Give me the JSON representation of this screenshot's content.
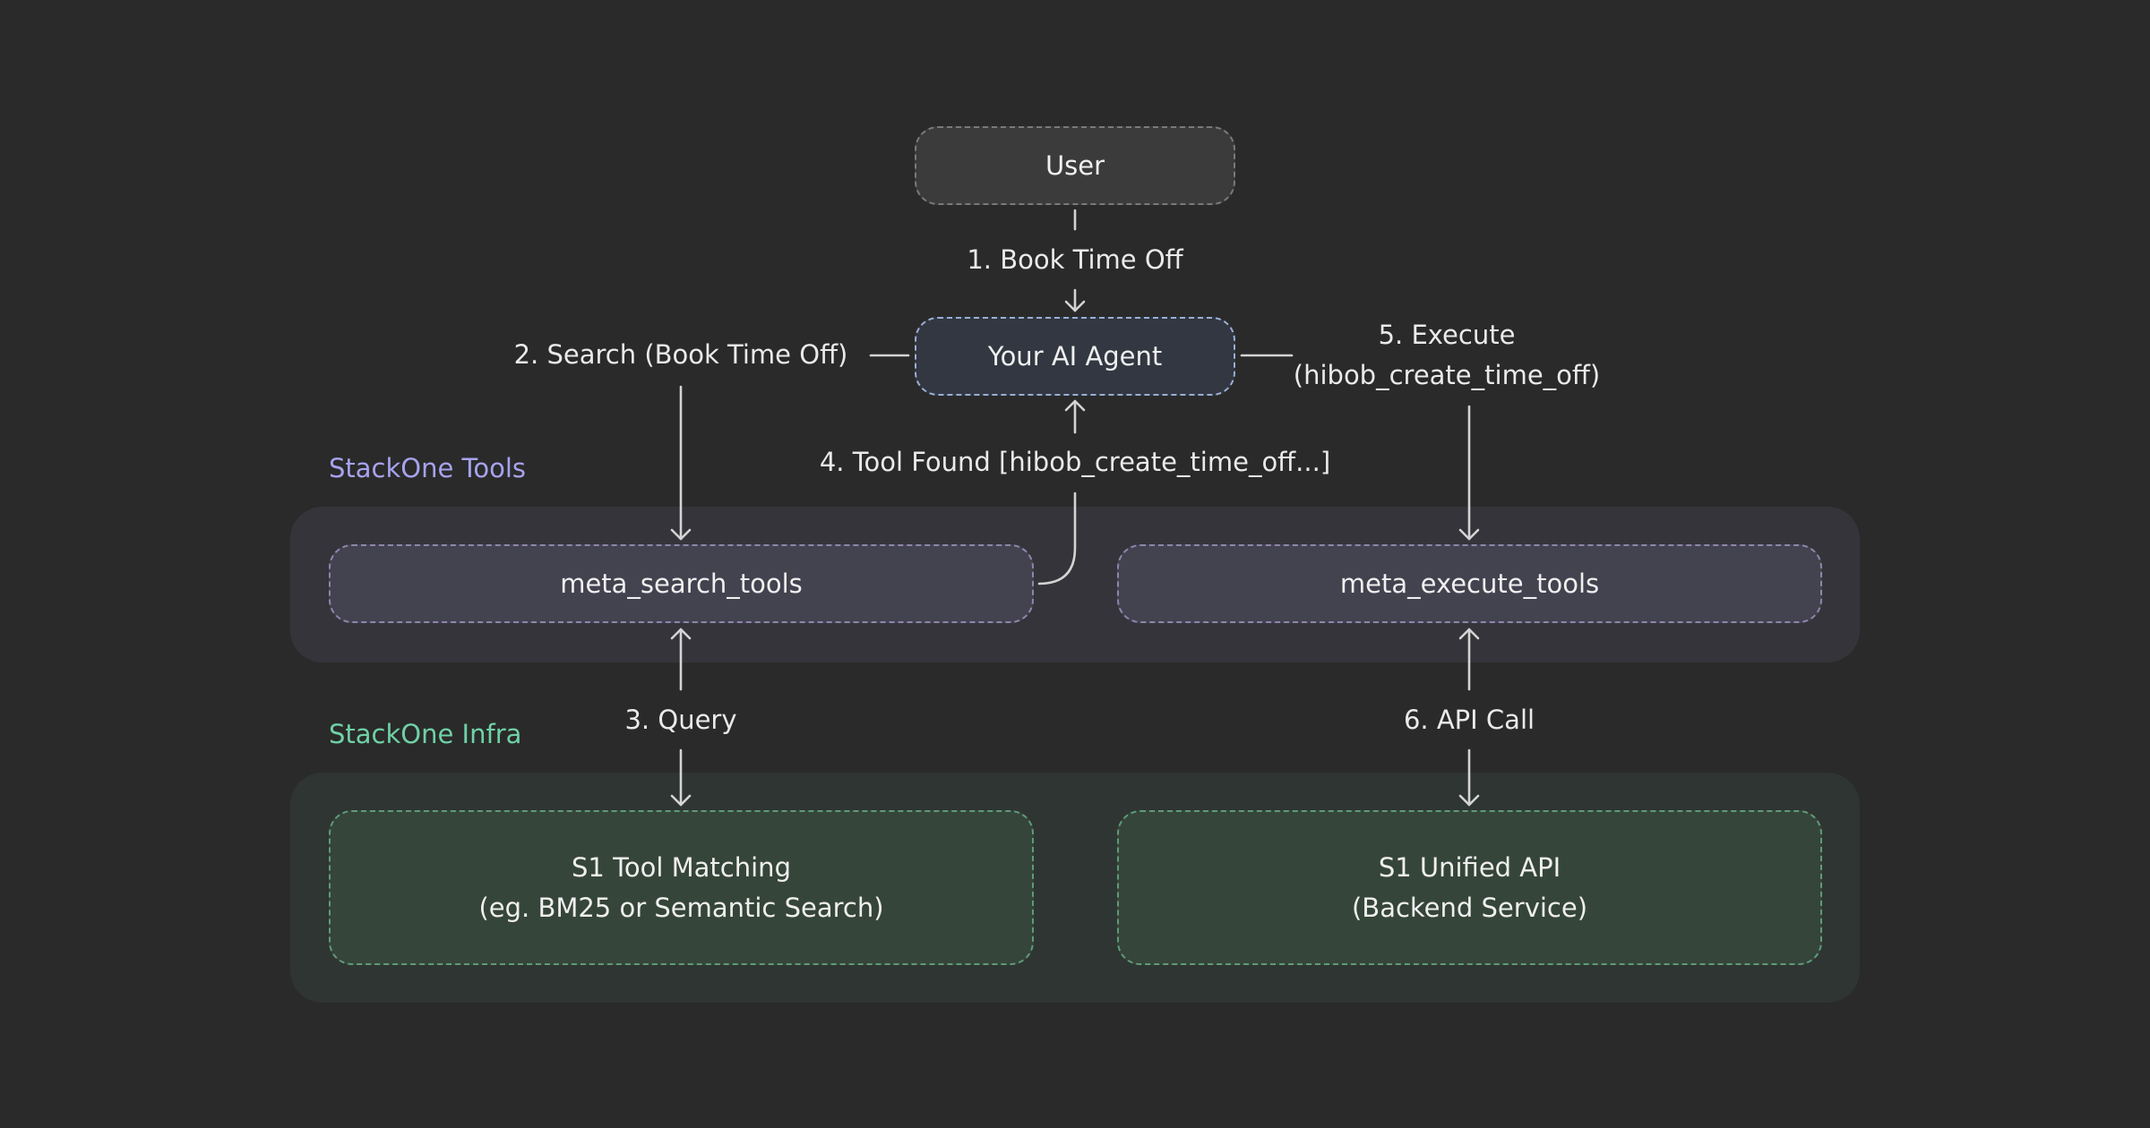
{
  "groups": {
    "tools": {
      "label": "StackOne Tools",
      "label_color": "#a7a3ee"
    },
    "infra": {
      "label": "StackOne Infra",
      "label_color": "#6fd1a6"
    }
  },
  "nodes": {
    "user": {
      "label": "User"
    },
    "agent": {
      "label": "Your AI Agent"
    },
    "search": {
      "label": "meta_search_tools"
    },
    "execute": {
      "label": "meta_execute_tools"
    },
    "match": {
      "line1": "S1 Tool Matching",
      "line2": "(eg. BM25 or Semantic Search)"
    },
    "unified": {
      "line1": "S1 Unified API",
      "line2": "(Backend Service)"
    }
  },
  "edges": {
    "step1": "1. Book Time Off",
    "step2": "2. Search (Book Time Off)",
    "step3": "3. Query",
    "step4": "4. Tool Found [hibob_create_time_off...]",
    "step5_line1": "5. Execute",
    "step5_line2": "(hibob_create_time_off)",
    "step6": "6. API Call"
  },
  "colors": {
    "background": "#2a2a2a",
    "edge": "#d4d4d4"
  }
}
